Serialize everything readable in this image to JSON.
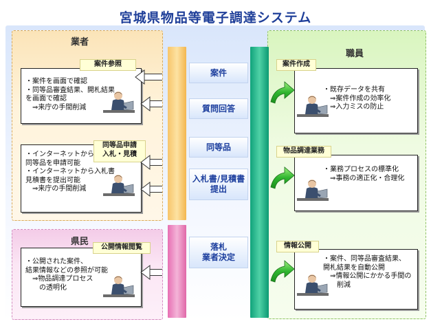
{
  "title": "宮城県物品等電子調達システム",
  "vendor_panel": {
    "label": "業者",
    "cards": [
      {
        "tag": "案件参照",
        "text": "・案件を画面で確認\n・同等品審査結果、開札結果\nを画面で確認\n　⇒来庁の手間削減"
      },
      {
        "tag": "同等品申請\n入札・見積",
        "text": "・インターネットから\n同等品を申請可能\n・インターネットから入札書\n見積書を提出可能\n　⇒来庁の手間削減"
      }
    ]
  },
  "citizen_panel": {
    "label": "県民",
    "card": {
      "tag": "公開情報閲覧",
      "text": "・公開された案件、\n結果情報などの参照が可能\n　⇒物品調達プロセス\n　　の透明化"
    }
  },
  "staff_panel": {
    "label": "職員",
    "cards": [
      {
        "tag": "案件作成",
        "text": "・既存データを共有\n　⇒案件作成の効率化\n　⇒入力ミスの防止"
      },
      {
        "tag": "物品調達業務",
        "text": "・業務プロセスの標準化\n　⇒事務の適正化・合理化"
      },
      {
        "tag": "情報公開",
        "text": "・案件、同等品審査結果、\n開札結果を自動公開\n　⇒情報公開にかかる手間の\n　　削減"
      }
    ]
  },
  "center_topics": [
    "案件",
    "質問回答",
    "同等品",
    "入札書/見積書\n提出",
    "落札\n業者決定"
  ],
  "colors": {
    "title": "#1f3f99",
    "vendor_bg": "#fbe4b8",
    "citizen_bg": "#f4cce8",
    "staff_bg": "#d9f5bf",
    "orange_bar": "#f7c56a",
    "pink_bar": "#e76fb3",
    "green_bar": "#11a37b",
    "arrow_green": "#2fb52f",
    "arrow_white_stroke": "#333333"
  }
}
